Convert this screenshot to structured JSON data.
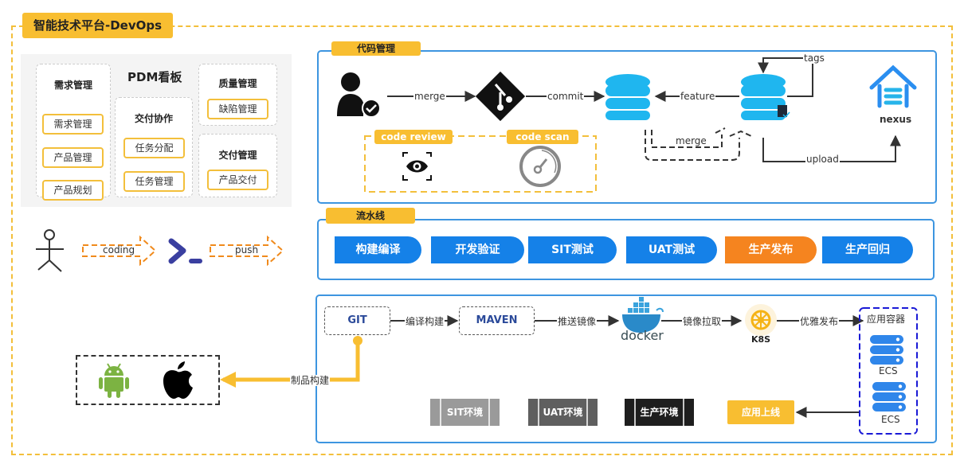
{
  "title": "智能技术平台-DevOps",
  "pdm": {
    "title": "PDM看板",
    "columns": [
      {
        "header": "需求管理",
        "items": [
          "需求管理",
          "产品管理",
          "产品规划"
        ]
      },
      {
        "header": "交付协作",
        "items": [
          "任务分配",
          "任务管理"
        ]
      },
      {
        "header": "质量管理",
        "items": [
          "缺陷管理"
        ]
      },
      {
        "header": "交付管理",
        "items": [
          "产品交付"
        ]
      }
    ]
  },
  "dev_flow": {
    "coding_label": "coding",
    "push_label": "push"
  },
  "code_mgmt": {
    "tag": "代码管理",
    "merge_label": "merge",
    "commit_label": "commit",
    "feature_label": "feature",
    "tags_label": "tags",
    "merge_back_label": "merge",
    "upload_label": "upload",
    "nexus_label": "nexus",
    "code_review_label": "code review",
    "code_scan_label": "code scan"
  },
  "pipeline": {
    "tag": "流水线",
    "stages": [
      {
        "label": "构建编译",
        "color": "#1581e8"
      },
      {
        "label": "开发验证",
        "color": "#1581e8"
      },
      {
        "label": "SIT测试",
        "color": "#1581e8"
      },
      {
        "label": "UAT测试",
        "color": "#1581e8"
      },
      {
        "label": "生产发布",
        "color": "#f5841f"
      },
      {
        "label": "生产回归",
        "color": "#1581e8"
      }
    ]
  },
  "deploy": {
    "git_label": "GIT",
    "maven_label": "MAVEN",
    "build_label": "编译构建",
    "push_image_label": "推送镜像",
    "docker_label": "docker",
    "pull_image_label": "镜像拉取",
    "k8s_label": "K8S",
    "release_label": "优雅发布",
    "container_title": "应用容器",
    "ecs_labels": [
      "ECS",
      "ECS"
    ],
    "online_label": "应用上线",
    "artifact_label": "制品构建",
    "envs": [
      {
        "label": "SIT环境",
        "color": "#9a9a9a"
      },
      {
        "label": "UAT环境",
        "color": "#5f5f5f"
      },
      {
        "label": "生产环境",
        "color": "#1e1e1e"
      }
    ]
  },
  "colors": {
    "accent_yellow": "#f8be31",
    "panel_blue": "#3d95e0",
    "db_cyan": "#1fb6ef"
  }
}
